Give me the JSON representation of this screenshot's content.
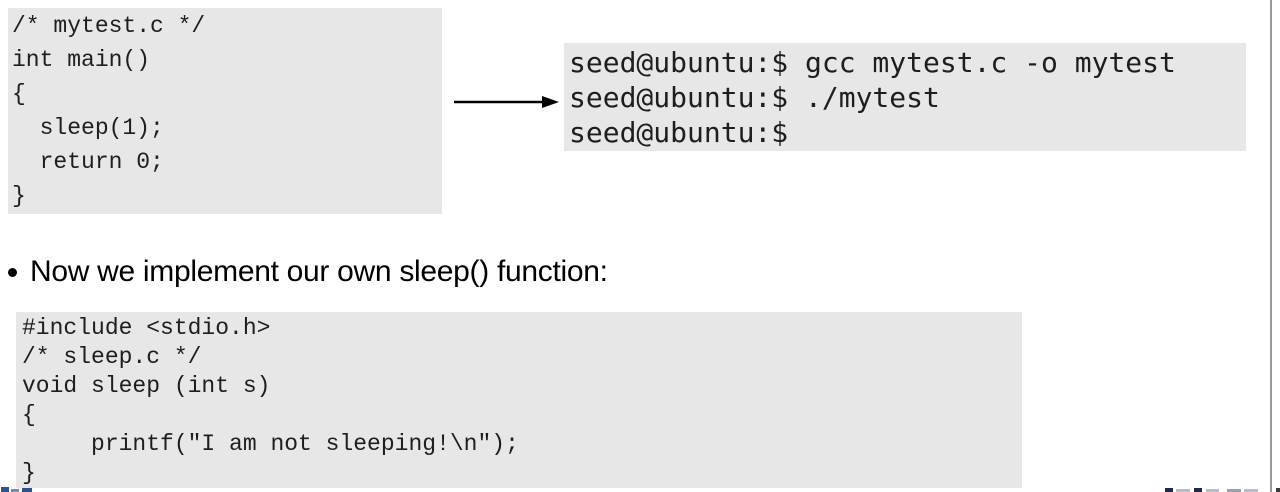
{
  "slide": {
    "background": "#ffffff",
    "box_background": "#e7e7e7",
    "code_text_color": "#1e1e1e",
    "border_color": "#9a9a9a",
    "fragment_blue": "#2d5290",
    "fragment_gray": "#b9bcc4"
  },
  "code_top": {
    "lines": [
      "/* mytest.c */",
      "int main()",
      "{",
      "  sleep(1);",
      "  return 0;",
      "}"
    ]
  },
  "terminal": {
    "lines": [
      "seed@ubuntu:$ gcc mytest.c -o mytest",
      "seed@ubuntu:$ ./mytest",
      "seed@ubuntu:$"
    ]
  },
  "bullet": {
    "text": "Now we implement our own sleep() function:"
  },
  "code_bottom": {
    "lines": [
      "#include <stdio.h>",
      "/* sleep.c */",
      "void sleep (int s)",
      "{",
      "     printf(\"I am not sleeping!\\n\");",
      "}"
    ]
  }
}
